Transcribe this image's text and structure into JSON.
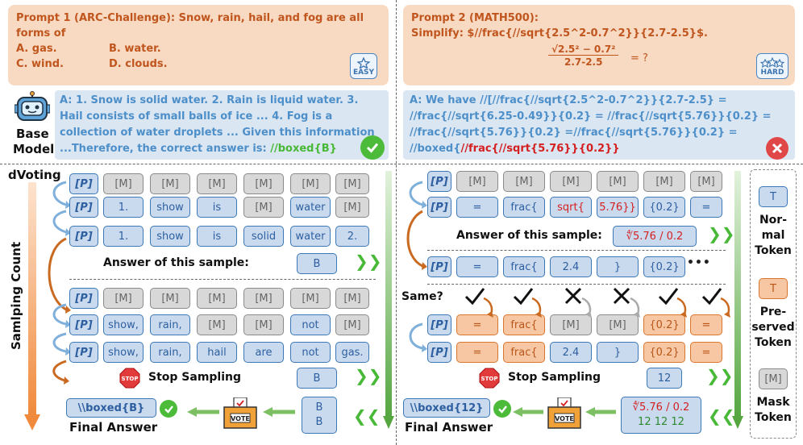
{
  "prompt1": {
    "line1": "Prompt 1 (ARC-Challenge): Snow, rain, hail, and fog are all",
    "line2": "forms of",
    "optA": "A.  gas.",
    "optB": "B. water.",
    "optC": "C.  wind.",
    "optD": "D. clouds.",
    "badge": "EASY"
  },
  "prompt2": {
    "line1": "Prompt 2 (MATH500):",
    "line2": "Simplify: $//frac{//sqrt{2.5^2-0.7^2}}{2.7-2.5}$.",
    "frac_num": "√2.5² − 0.7²",
    "frac_den": "2.7-2.5",
    "frac_tail": "= ?",
    "badge": "HARD"
  },
  "base_model": {
    "line1": "Base",
    "line2": "Model"
  },
  "answer1": {
    "l1": "A: 1. Snow is solid water. 2. Rain is liquid water. 3.",
    "l2": "Hail consists of small balls of ice ... 4. Fog is a",
    "l3": "collection of water droplets ... Given this information",
    "l4": "...Therefore, the correct answer is: ",
    "l4_boxed": "//boxed{B}"
  },
  "answer2": {
    "l1": "A: We have //[//frac{//sqrt{2.5^2-0.7^2}}{2.7-2.5} =",
    "l2": "//frac{//sqrt{6.25-0.49}}{0.2} = //frac{//sqrt{5.76}}{0.2} =",
    "l3": "//frac{//sqrt{5.76}}{0.2} =//frac{//sqrt{5.76}}{0.2} =",
    "l4a": "//boxed{",
    "l4b": "//frac{//sqrt{5.76}}{0.2}}"
  },
  "labels": {
    "dvoting": "dVoting",
    "sampling_count": "Samlping Count",
    "answer_sample": "Answer of this sample:",
    "stop": "Stop Sampling",
    "final": "Final Answer",
    "same": "Same?",
    "vote": "VOTE",
    "stop_sign": "STOP"
  },
  "left": {
    "row1": [
      "[P]",
      "[M]",
      "[M]",
      "[M]",
      "[M]",
      "[M]",
      "[M]"
    ],
    "row2": [
      "[P]",
      "1.",
      "show",
      "is",
      "[M]",
      "water",
      "[M]"
    ],
    "row3": [
      "[P]",
      "1.",
      "show",
      "is",
      "solid",
      "water",
      "2."
    ],
    "answer": "B",
    "row4": [
      "[P]",
      "[M]",
      "[M]",
      "[M]",
      "[M]",
      "[M]",
      "[M]"
    ],
    "row5": [
      "[P]",
      "show,",
      "rain,",
      "[M]",
      "[M]",
      "not",
      "[M]"
    ],
    "row6": [
      "[P]",
      "show,",
      "rain,",
      "hail",
      "are",
      "not",
      "gas."
    ],
    "stop_answer": "B",
    "votes": [
      "B",
      "B"
    ],
    "final": "\\\\boxed{B}"
  },
  "right": {
    "row1": [
      "[P]",
      "[M]",
      "[M]",
      "[M]",
      "[M]",
      "[M]",
      "[M]"
    ],
    "row2": [
      "[P]",
      "=",
      "frac{",
      "sqrt{",
      "5.76}}",
      "{0.2}",
      "="
    ],
    "answer": "∜5.76 / 0.2",
    "row3": [
      "[P]",
      "=",
      "frac{",
      "2.4",
      "}",
      "{0.2}"
    ],
    "row3_dots": "•••",
    "row4": [
      "[P]",
      "=",
      "frac{",
      "[M]",
      "[M]",
      "{0.2}",
      "="
    ],
    "row5": [
      "[P]",
      "=",
      "frac{",
      "2.4",
      "}",
      "{0.2}",
      "="
    ],
    "stop_answer": "12",
    "votes_line1": "∜5.76 / 0.2",
    "votes_line2": "12 12 12",
    "final": "\\\\boxed{12}"
  },
  "legend": {
    "normal_token": "T",
    "normal_l1": "Nor-",
    "normal_l2": "mal",
    "normal_l3": "Token",
    "preserved_token": "T",
    "pres_l1": "Pre-",
    "pres_l2": "served",
    "pres_l3": "Token",
    "mask_token": "[M]",
    "mask_l1": "Mask",
    "mask_l2": "Token"
  }
}
